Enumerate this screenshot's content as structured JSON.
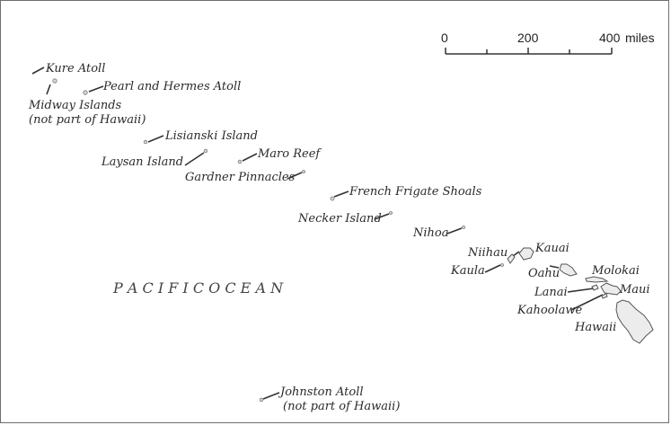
{
  "ocean_label": "P A C I F I C   O C E A N",
  "scale": {
    "ticks": [
      "0",
      "200",
      "400"
    ],
    "unit": "miles"
  },
  "colors": {
    "frame": "#6f6f6f",
    "island_fill": "#e9e9e9",
    "island_stroke": "#555555",
    "leader": "#333333"
  },
  "places": {
    "kure": "Kure Atoll",
    "pearl_hermes": "Pearl and Hermes Atoll",
    "midway_1": "Midway Islands",
    "midway_2": "(not part of Hawaii)",
    "lisianski": "Lisianski Island",
    "laysan": "Laysan Island",
    "maro": "Maro Reef",
    "gardner": "Gardner Pinnacles",
    "french_frigate": "French Frigate Shoals",
    "necker": "Necker Island",
    "nihoa": "Nihoa",
    "niihau": "Niihau",
    "kauai": "Kauai",
    "kaula": "Kaula",
    "oahu": "Oahu",
    "molokai": "Molokai",
    "lanai": "Lanai",
    "maui": "Maui",
    "kahoolawe": "Kahoolawe",
    "hawaii": "Hawaii",
    "johnston_1": "Johnston Atoll",
    "johnston_2": "(not part of Hawaii)"
  }
}
